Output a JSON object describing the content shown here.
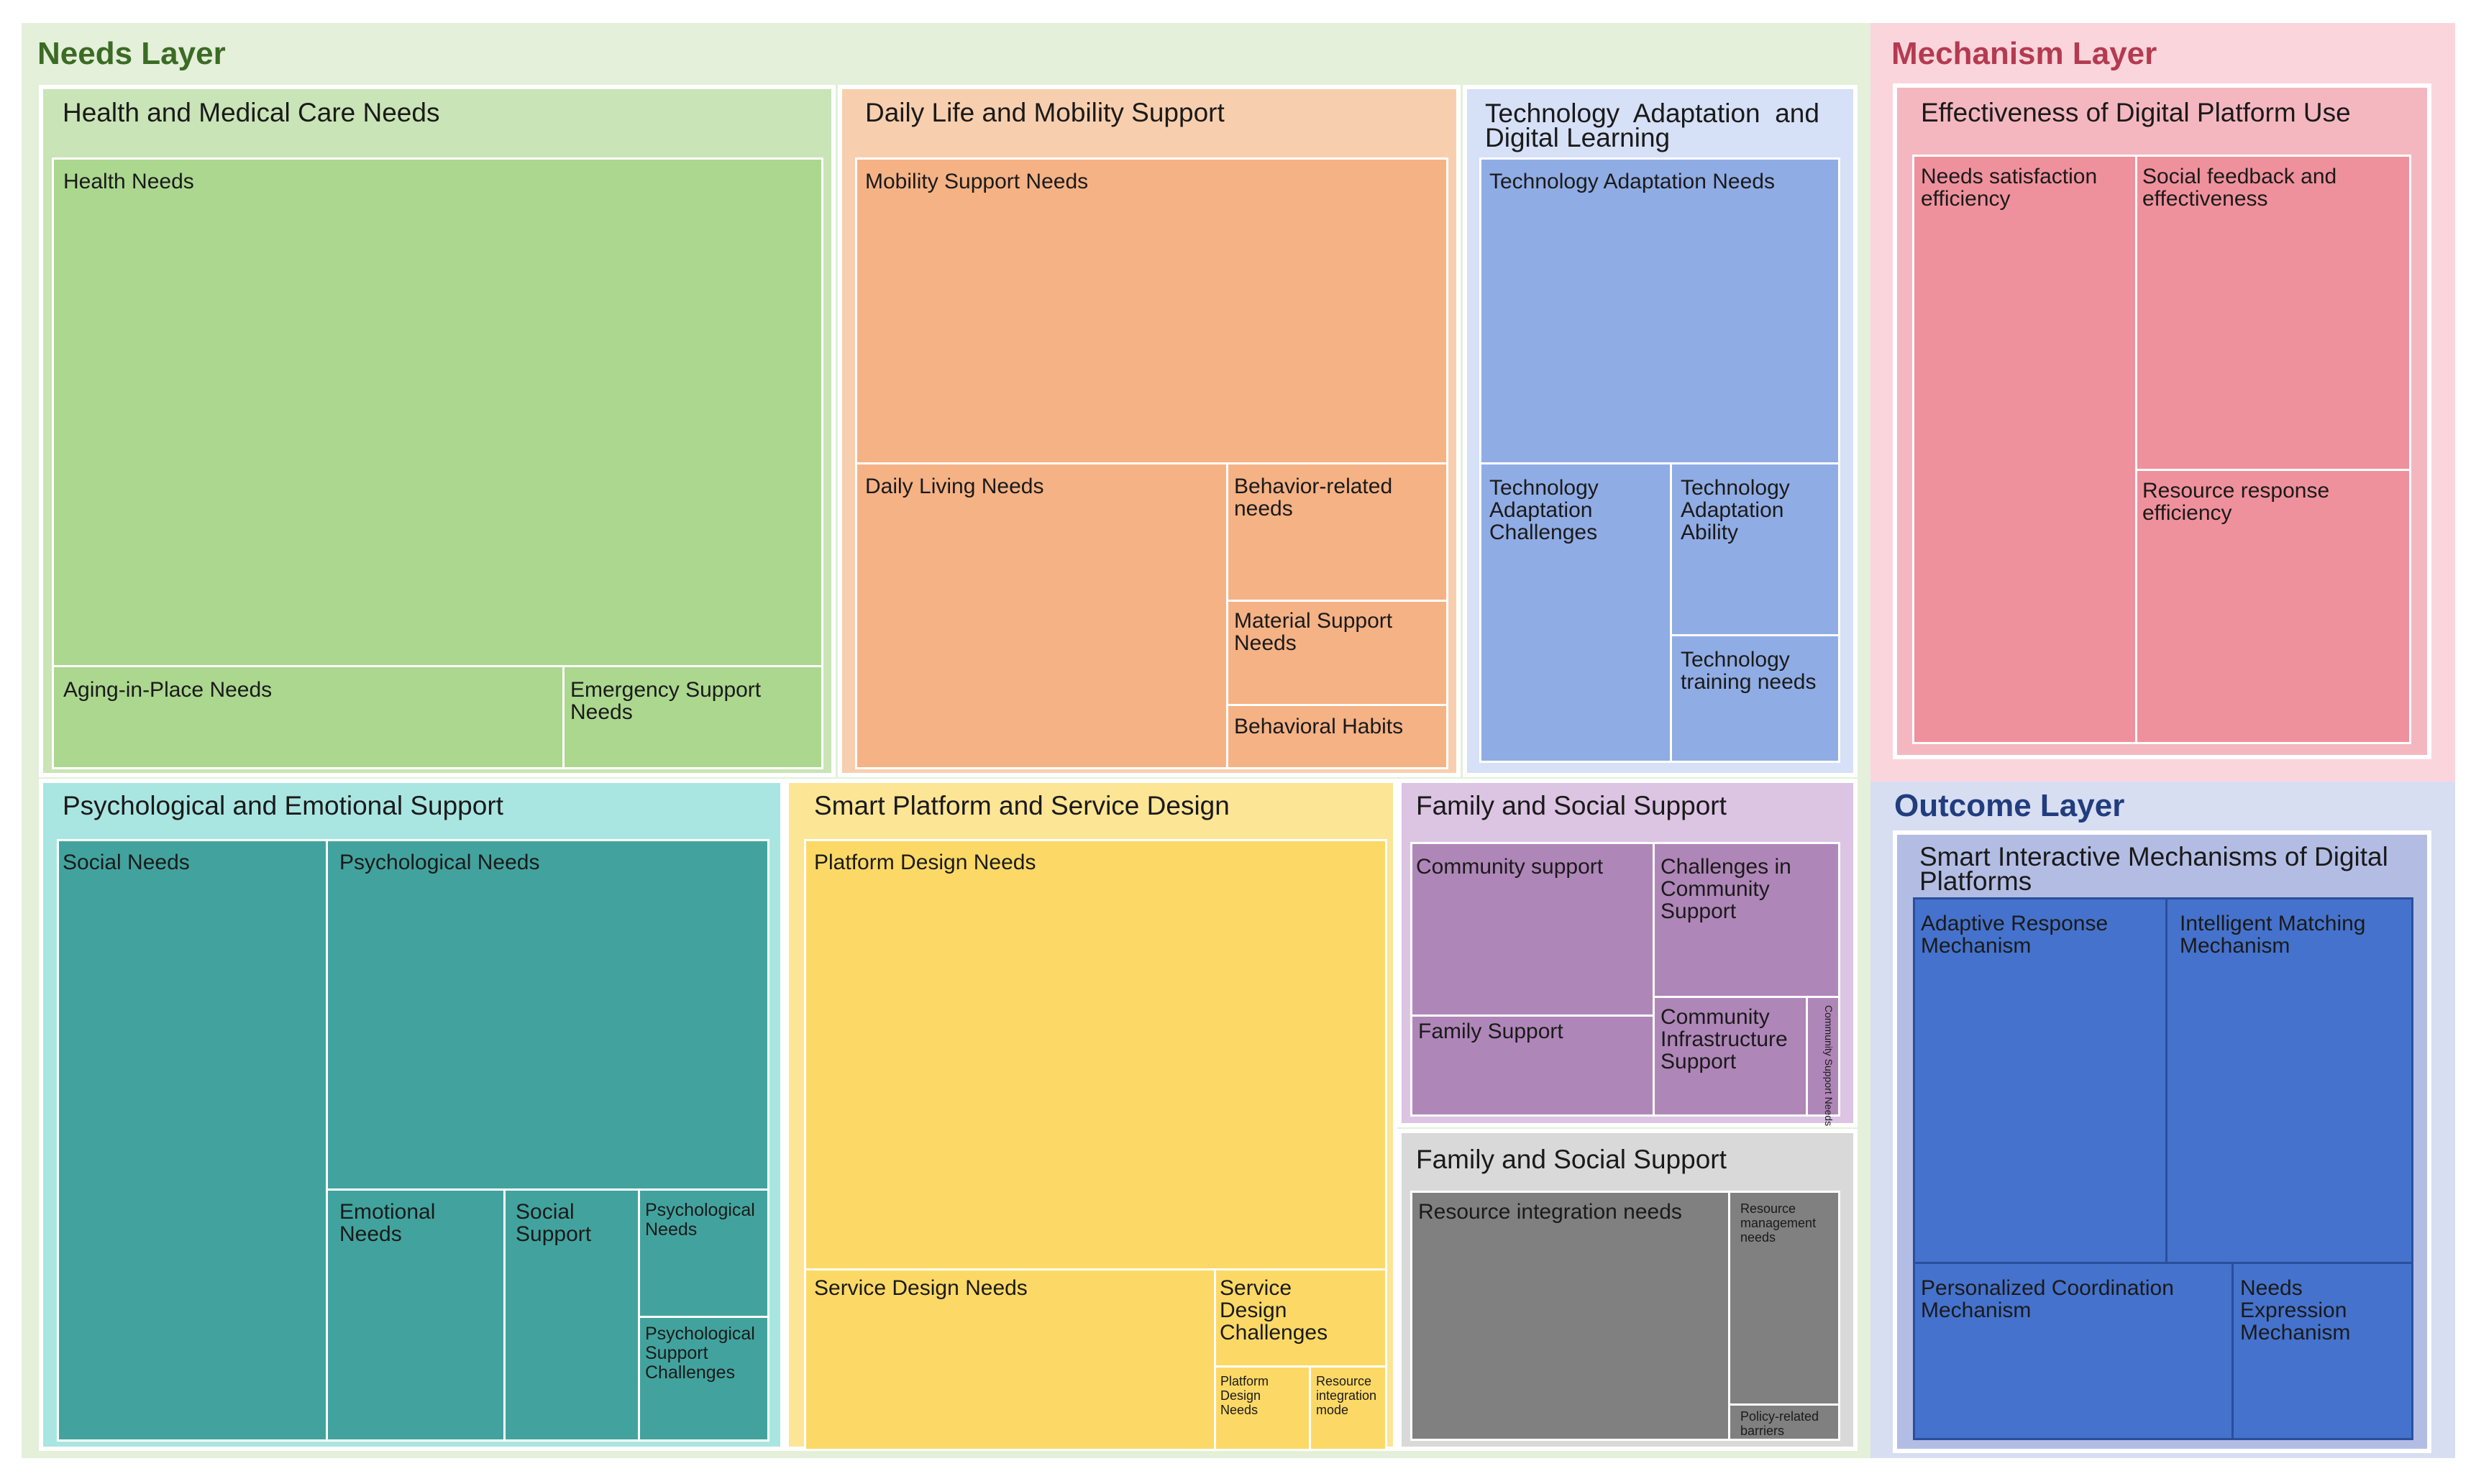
{
  "colors": {
    "needs_layer": "#e4f0da",
    "mechanism_layer": "#fbd5dc",
    "outcome_layer": "#d7def2",
    "health_group": "#c9e4b6",
    "health_leaf": "#acd78f",
    "daily_group": "#f8cfae",
    "daily_leaf": "#f5b285",
    "tech_group": "#d6e0f6",
    "tech_leaf": "#90ace4",
    "psych_group": "#a9e6e2",
    "psych_leaf": "#42a39e",
    "smart_group": "#fde596",
    "smart_leaf": "#fcd966",
    "family_group": "#dcc4e3",
    "family_leaf": "#af86b8",
    "resource_group": "#d9d9d9",
    "resource_leaf": "#808080",
    "eff_group": "#f4b7c0",
    "eff_leaf": "#ef919c",
    "smart_mech_group": "#b3bde4",
    "smart_mech_leaf": "#4572cc",
    "needs_title": "#3b6b25",
    "mechanism_title": "#b33b50",
    "outcome_title": "#213d7d"
  },
  "diagram": {
    "type": "treemap",
    "layers": [
      {
        "title": "Needs Layer",
        "groups": [
          {
            "title": "Health and Medical Care Needs",
            "leaves": [
              "Health Needs",
              "Aging-in-Place Needs",
              "Emergency Support\nNeeds"
            ]
          },
          {
            "title": "Daily Life and Mobility Support",
            "leaves": [
              "Mobility Support Needs",
              "Daily Living Needs",
              "Behavior-related\nneeds",
              "Material Support\nNeeds",
              "Behavioral Habits"
            ]
          },
          {
            "title": "Technology  Adaptation  and\nDigital Learning",
            "leaves": [
              "Technology Adaptation Needs",
              "Technology\nAdaptation\nChallenges",
              "Technology\nAdaptation\nAbility",
              "Technology\ntraining needs"
            ]
          },
          {
            "title": "Psychological and Emotional Support",
            "leaves": [
              "Social Needs",
              "Psychological Needs",
              "Emotional\nNeeds",
              "Social\nSupport",
              "Psychological\nNeeds",
              "Psychological\nSupport\nChallenges"
            ]
          },
          {
            "title": "Smart Platform and Service Design",
            "leaves": [
              "Platform Design Needs",
              "Service Design Needs",
              "Service\nDesign\nChallenges",
              "Platform\nDesign\nNeeds",
              "Resource\nintegration\nmode"
            ]
          },
          {
            "title": "Family and Social Support",
            "leaves": [
              "Community support",
              "Challenges in\nCommunity\nSupport",
              "Family Support",
              "Community\nInfrastructure\nSupport",
              "Community Support Needs"
            ]
          },
          {
            "title": "Family and Social Support",
            "leaves": [
              "Resource integration needs",
              "Resource\nmanagement\nneeds",
              "Policy-related\nbarriers"
            ]
          }
        ]
      },
      {
        "title": "Mechanism Layer",
        "groups": [
          {
            "title": "Effectiveness of Digital Platform Use",
            "leaves": [
              "Needs satisfaction\nefficiency",
              "Social feedback and\neffectiveness",
              "Resource response\nefficiency"
            ]
          }
        ]
      },
      {
        "title": "Outcome Layer",
        "groups": [
          {
            "title": "Smart Interactive Mechanisms of Digital\nPlatforms",
            "leaves": [
              "Adaptive Response\nMechanism",
              "Intelligent Matching\nMechanism",
              "Personalized Coordination\nMechanism",
              "Needs\nExpression\nMechanism"
            ]
          }
        ]
      }
    ]
  }
}
